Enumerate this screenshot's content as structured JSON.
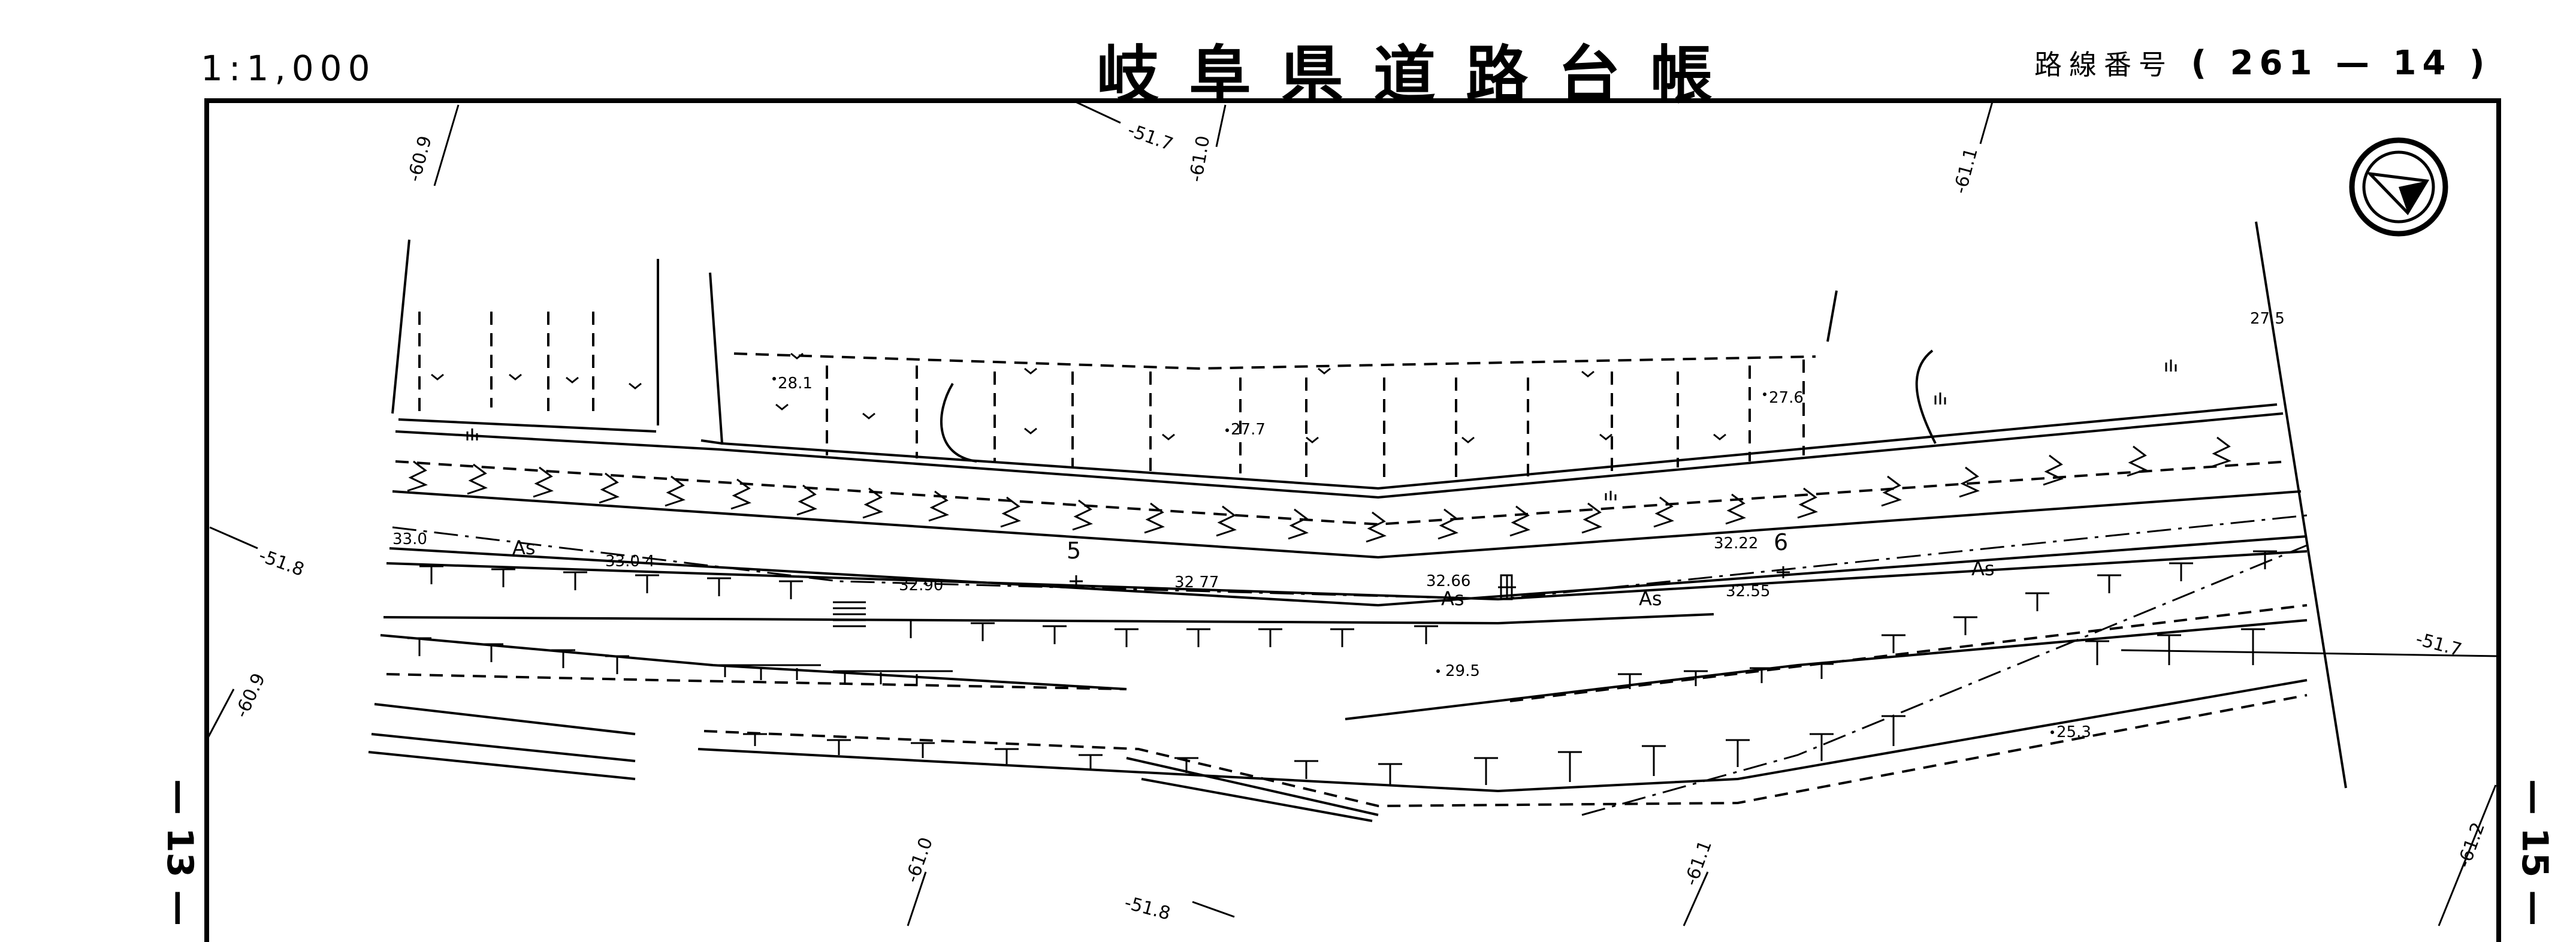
{
  "header": {
    "scale": "1:1,000",
    "title": "岐阜県道路台帳",
    "route_label": "路線番号",
    "route_open": "(",
    "route_number": "261 — 14",
    "route_close": ")"
  },
  "adjacent_sheets": {
    "left": "— 13 —",
    "right": "— 15 —"
  },
  "contours": [
    "-60.9",
    "-51.7",
    "-61.0",
    "-61.1",
    "-51.8",
    "-60.9",
    "-61.0",
    "-51.8",
    "-61.1",
    "-61.2",
    "-51.7"
  ],
  "elevations": [
    "28.1",
    "27.7",
    "27.6",
    "27.5",
    "29.5",
    "25.3"
  ],
  "road_levels": [
    "33.0",
    "33.0 4",
    "32.90",
    "32 77",
    "32.66",
    "32.22",
    "32.55"
  ],
  "surface": [
    "As",
    "As",
    "As",
    "As"
  ],
  "stations": [
    "5",
    "6"
  ],
  "symbols": {
    "north_arrow": "north-arrow-icon",
    "vegetation": "grass-icon"
  }
}
